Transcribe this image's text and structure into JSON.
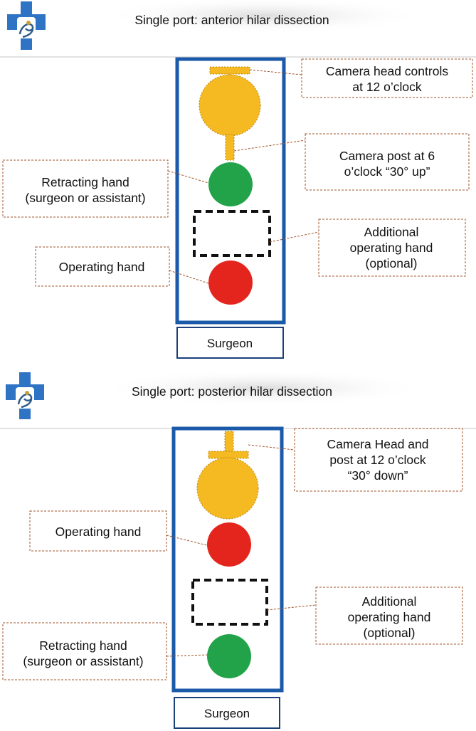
{
  "colors": {
    "frame": "#1b5aa8",
    "camera": "#f5b921",
    "green_hand": "#22a34a",
    "red_hand": "#e4251d",
    "callout_border": "#a0552a",
    "logo_cross": "#2e73c4"
  },
  "panels": [
    {
      "title": "Single port: anterior hilar dissection",
      "surgeon_label": "Surgeon",
      "callouts": {
        "camera": [
          "Camera head controls",
          "at 12 o’clock"
        ],
        "post": [
          "Camera post at 6",
          "o’clock “30° up”"
        ],
        "retracting": [
          "Retracting hand",
          "(surgeon or assistant)"
        ],
        "additional": [
          "Additional",
          "operating hand",
          "(optional)"
        ],
        "operating": [
          "Operating hand"
        ]
      }
    },
    {
      "title": "Single port: posterior hilar dissection",
      "surgeon_label": "Surgeon",
      "callouts": {
        "camera": [
          "Camera Head and",
          "post at 12 o’clock",
          "“30° down”"
        ],
        "operating": [
          "Operating hand"
        ],
        "additional": [
          "Additional",
          "operating hand",
          "(optional)"
        ],
        "retracting": [
          "Retracting hand",
          "(surgeon or assistant)"
        ]
      }
    }
  ]
}
